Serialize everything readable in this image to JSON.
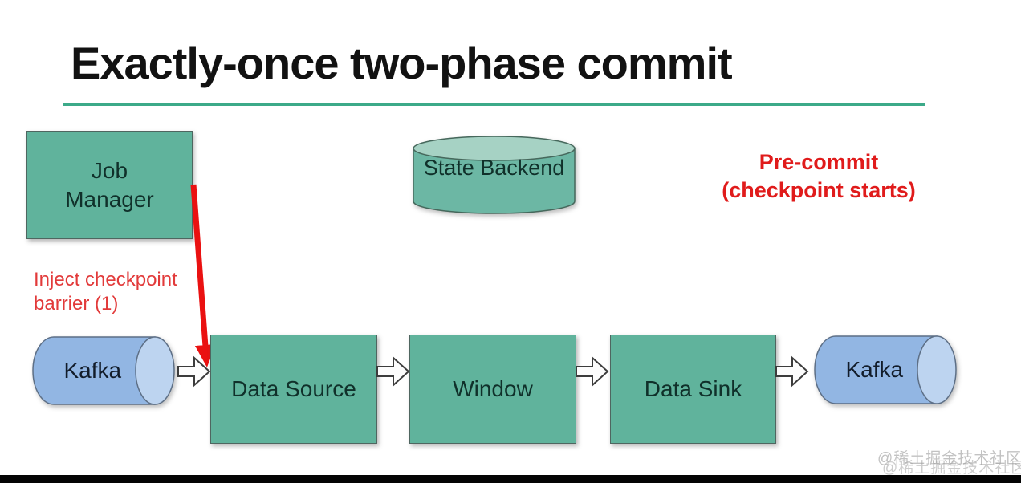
{
  "slide": {
    "title": "Exactly-once two-phase commit",
    "accent_color": "#3caa89",
    "background_color": "#ffffff"
  },
  "diagram": {
    "nodes": {
      "job_manager": {
        "label": "Job Manager",
        "shape": "box",
        "fill": "#60b39c"
      },
      "state_backend": {
        "label": "State Backend",
        "shape": "cylinder-vertical",
        "fill": "#6cb7a4"
      },
      "kafka_in": {
        "label": "Kafka",
        "shape": "cylinder-horizontal",
        "fill": "#92b6e3"
      },
      "data_source": {
        "label": "Data Source",
        "shape": "box",
        "fill": "#60b39c"
      },
      "window": {
        "label": "Window",
        "shape": "box",
        "fill": "#60b39c"
      },
      "data_sink": {
        "label": "Data Sink",
        "shape": "box",
        "fill": "#60b39c"
      },
      "kafka_out": {
        "label": "Kafka",
        "shape": "cylinder-horizontal",
        "fill": "#92b6e3"
      }
    },
    "annotations": {
      "pre_commit": {
        "line1": "Pre-commit",
        "line2": "(checkpoint starts)",
        "color": "#e01b1b"
      },
      "inject_barrier": {
        "line1": "Inject checkpoint",
        "line2": "barrier (1)",
        "color": "#e23a3a"
      },
      "barrier_arrow_color": "#ea1111"
    }
  },
  "watermark": {
    "text": "@稀土掘金技术社区"
  }
}
